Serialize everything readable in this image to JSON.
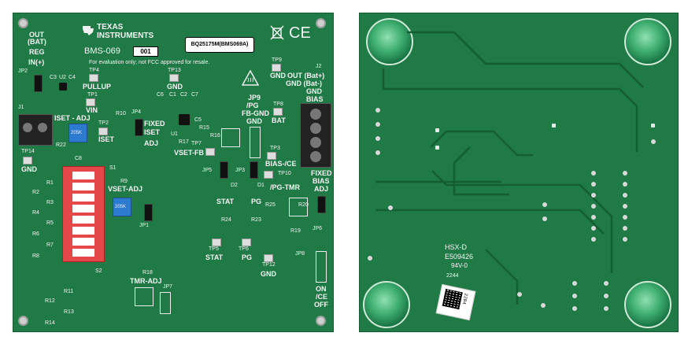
{
  "front": {
    "brand_line1": "TEXAS",
    "brand_line2": "INSTRUMENTS",
    "board_id": "BMS-069",
    "serial": "001",
    "part_label": "BQ25175M(BMS069A)",
    "disclaimer": "For evaluation only; not FCC approved for resale.",
    "left_header": [
      "OUT",
      "(BAT)",
      "REG",
      "IN(+)"
    ],
    "labels": {
      "jp2": "JP2",
      "tp4": "TP4",
      "pullup": "PULLUP",
      "c3": "C3",
      "u2": "U2",
      "c4": "C4",
      "tp13": "TP13",
      "gnd_tp13": "GND",
      "tp9": "TP9",
      "gnd_tp9": "GND",
      "tp1": "TP1",
      "vin": "VIN",
      "j1": "J1",
      "iset_adj": "ISET - ADJ",
      "r10": "R10",
      "jp4": "JP4",
      "fixed": "FIXED",
      "iset": "ISET",
      "adj": "ADJ",
      "tp2": "TP2",
      "iset_tp2": "ISET",
      "r22": "R22",
      "c8": "C8",
      "tp14": "TP14",
      "gnd_tp14": "GND",
      "s1": "S1",
      "s2": "S2",
      "r9": "R9",
      "vset_adj": "VSET-ADJ",
      "jp1": "JP1",
      "r1": "R1",
      "r2": "R2",
      "r3": "R3",
      "r4": "R4",
      "r5": "R5",
      "r6": "R6",
      "r7": "R7",
      "r8": "R8",
      "u1": "U1",
      "c5": "C5",
      "r15": "R15",
      "r17": "R17",
      "r16": "R16",
      "tp7": "TP7",
      "vset_fb": "VSET-FB",
      "c1": "C1",
      "c2": "C2",
      "c6": "C6",
      "c7": "C7",
      "jp9": "JP9",
      "pg_fb_gnd": "/PG",
      "fb_gnd": "FB-GND",
      "gnd_jp9": "GND",
      "tp8": "TP8",
      "bat": "BAT",
      "j2": "J2",
      "out_bat": "OUT (Bat+)",
      "gnd_bat": "GND (Bat-)",
      "gnd_j2": "GND",
      "bias": "BIAS",
      "tp3": "TP3",
      "bias_ce": "BIAS-/CE",
      "tp10": "TP10",
      "pg_tmr": "/PG-TMR",
      "fixed_bias_adj": [
        "FIXED",
        "BIAS",
        "ADJ"
      ],
      "jp5": "JP5",
      "d2": "D2",
      "stat": "STAT",
      "r24": "R24",
      "jp3": "JP3",
      "d1": "D1",
      "pg": "PG",
      "r23": "R23",
      "r25": "R25",
      "r20": "R20",
      "r19": "R19",
      "jp6": "JP6",
      "tp5": "TP5",
      "stat_tp5": "STAT",
      "tp6": "TP6",
      "pg_tp6": "PG",
      "tp12": "TP12",
      "gnd_tp12": "GND",
      "jp8": "JP8",
      "on_ce_off": [
        "ON",
        "/CE",
        "OFF"
      ],
      "r18": "R18",
      "tmr_adj": "TMR-ADJ",
      "jp7": "JP7",
      "r11": "R11",
      "r12": "R12",
      "r13": "R13",
      "r14": "R14",
      "ce_mark": "CE",
      "pot1": "205K",
      "pot2": "205K"
    }
  },
  "back": {
    "marking1": "HSX-D",
    "marking2": "E509426",
    "marking3": "94V-0",
    "marking4": "2244",
    "qr_text": "2204"
  }
}
